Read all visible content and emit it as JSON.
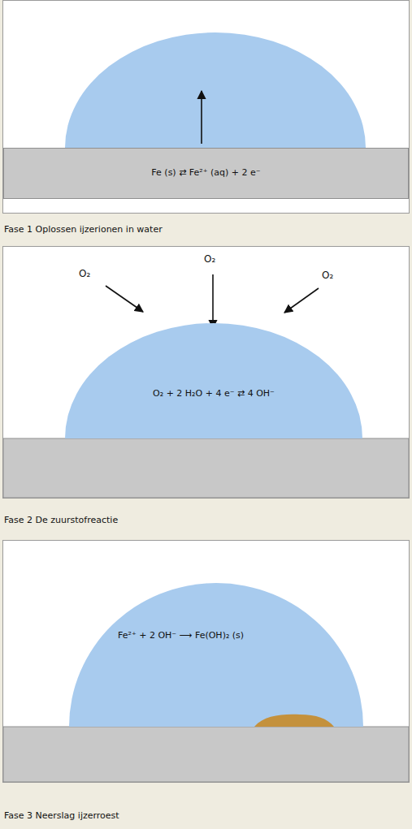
{
  "diagram": {
    "nodes": [
      {
        "text": [
          "Fe (s) ⇄ Fe²⁺ (aq) + 2 e⁻"
        ]
      },
      {
        "text": [
          "Fase 1 Oplossen ijzerionen in water"
        ]
      },
      {
        "text": [
          "O₂ + 2 H₂O + 4 e⁻ ⇄ 4 OH⁻"
        ]
      },
      {
        "text": [
          "Fase 2 De zuurstofreactie"
        ]
      },
      {
        "text": [
          "Fe²⁺ + 2 OH⁻ ⟶ Fe(OH)₂ (s)"
        ]
      },
      {
        "text": [
          "Fase 3 Neerslag ijzerroest"
        ]
      }
    ],
    "labels": [
      "O₂",
      "O₂",
      "O₂"
    ]
  }
}
